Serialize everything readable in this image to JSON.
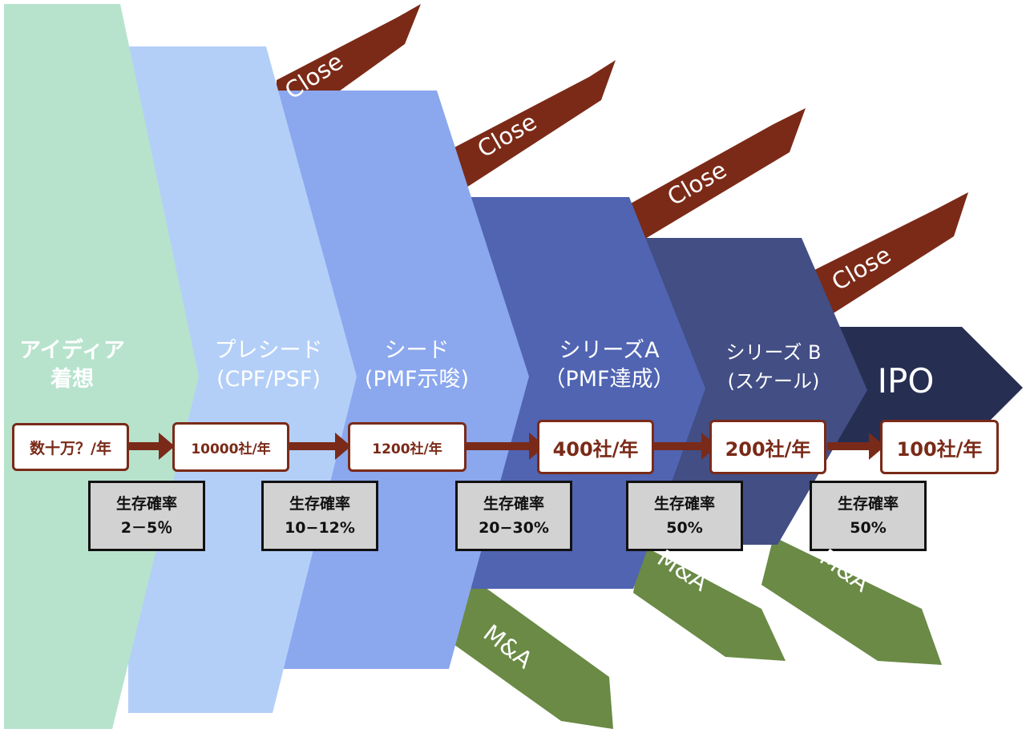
{
  "stages": [
    {
      "title": "アイディア",
      "subtitle": "着想",
      "color": "#b7e3cd",
      "text_color": "#ffffff"
    },
    {
      "title": "プレシード",
      "subtitle": "(CPF/PSF)",
      "color": "#b3cff8",
      "text_color": "#ffffff"
    },
    {
      "title": "シード",
      "subtitle": "(PMF示唆)",
      "color": "#8ba7ee",
      "text_color": "#ffffff"
    },
    {
      "title": "シリーズA",
      "subtitle": "（PMF達成）",
      "color": "#5064b2",
      "text_color": "#ffffff"
    },
    {
      "title": "シリーズ B",
      "subtitle": "(スケール)",
      "color": "#424e84",
      "text_color": "#ffffff"
    },
    {
      "title": "IPO",
      "subtitle": "",
      "color": "#262e52",
      "text_color": "#ffffff"
    }
  ],
  "counts": [
    "数十万？/年",
    "10000社/年",
    "1200社/年",
    "400社/年",
    "200社/年",
    "100社/年"
  ],
  "survival": {
    "label": "生存確率",
    "rates": [
      "2－5％",
      "10−12%",
      "20−30%",
      "50%",
      "50%"
    ]
  },
  "close_label": "Close",
  "ma_label": "M&A",
  "colors": {
    "close": "#7b2a17",
    "ma": "#6a8a45",
    "arrow": "#7a2a18"
  }
}
